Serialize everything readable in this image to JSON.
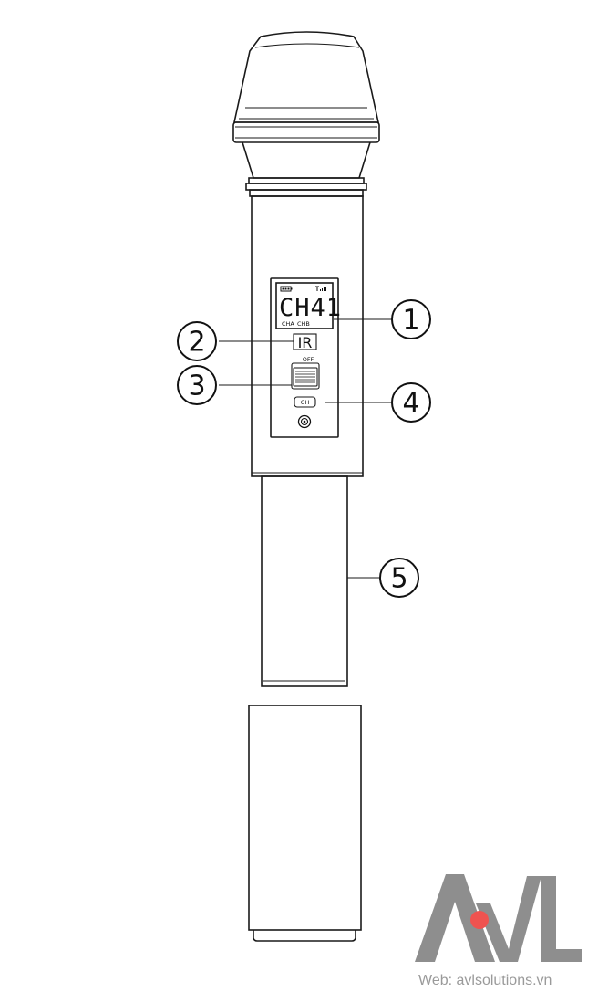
{
  "display": {
    "channel_text": "CH41",
    "channel_a_label": "CHA",
    "channel_b_label": "CHB"
  },
  "ir_label": "IR",
  "power_switch_label": "OFF",
  "ch_button_label": "CH",
  "callouts": [
    "1",
    "2",
    "3",
    "4",
    "5"
  ],
  "logo": {
    "text": "AVL",
    "accent_color": "#ef5350",
    "gray_color": "#8e8e8e"
  },
  "website": "Web: avlsolutions.vn",
  "icons": [
    "battery-icon",
    "signal-bars-icon",
    "power-slider-icon",
    "ring-button-icon"
  ]
}
